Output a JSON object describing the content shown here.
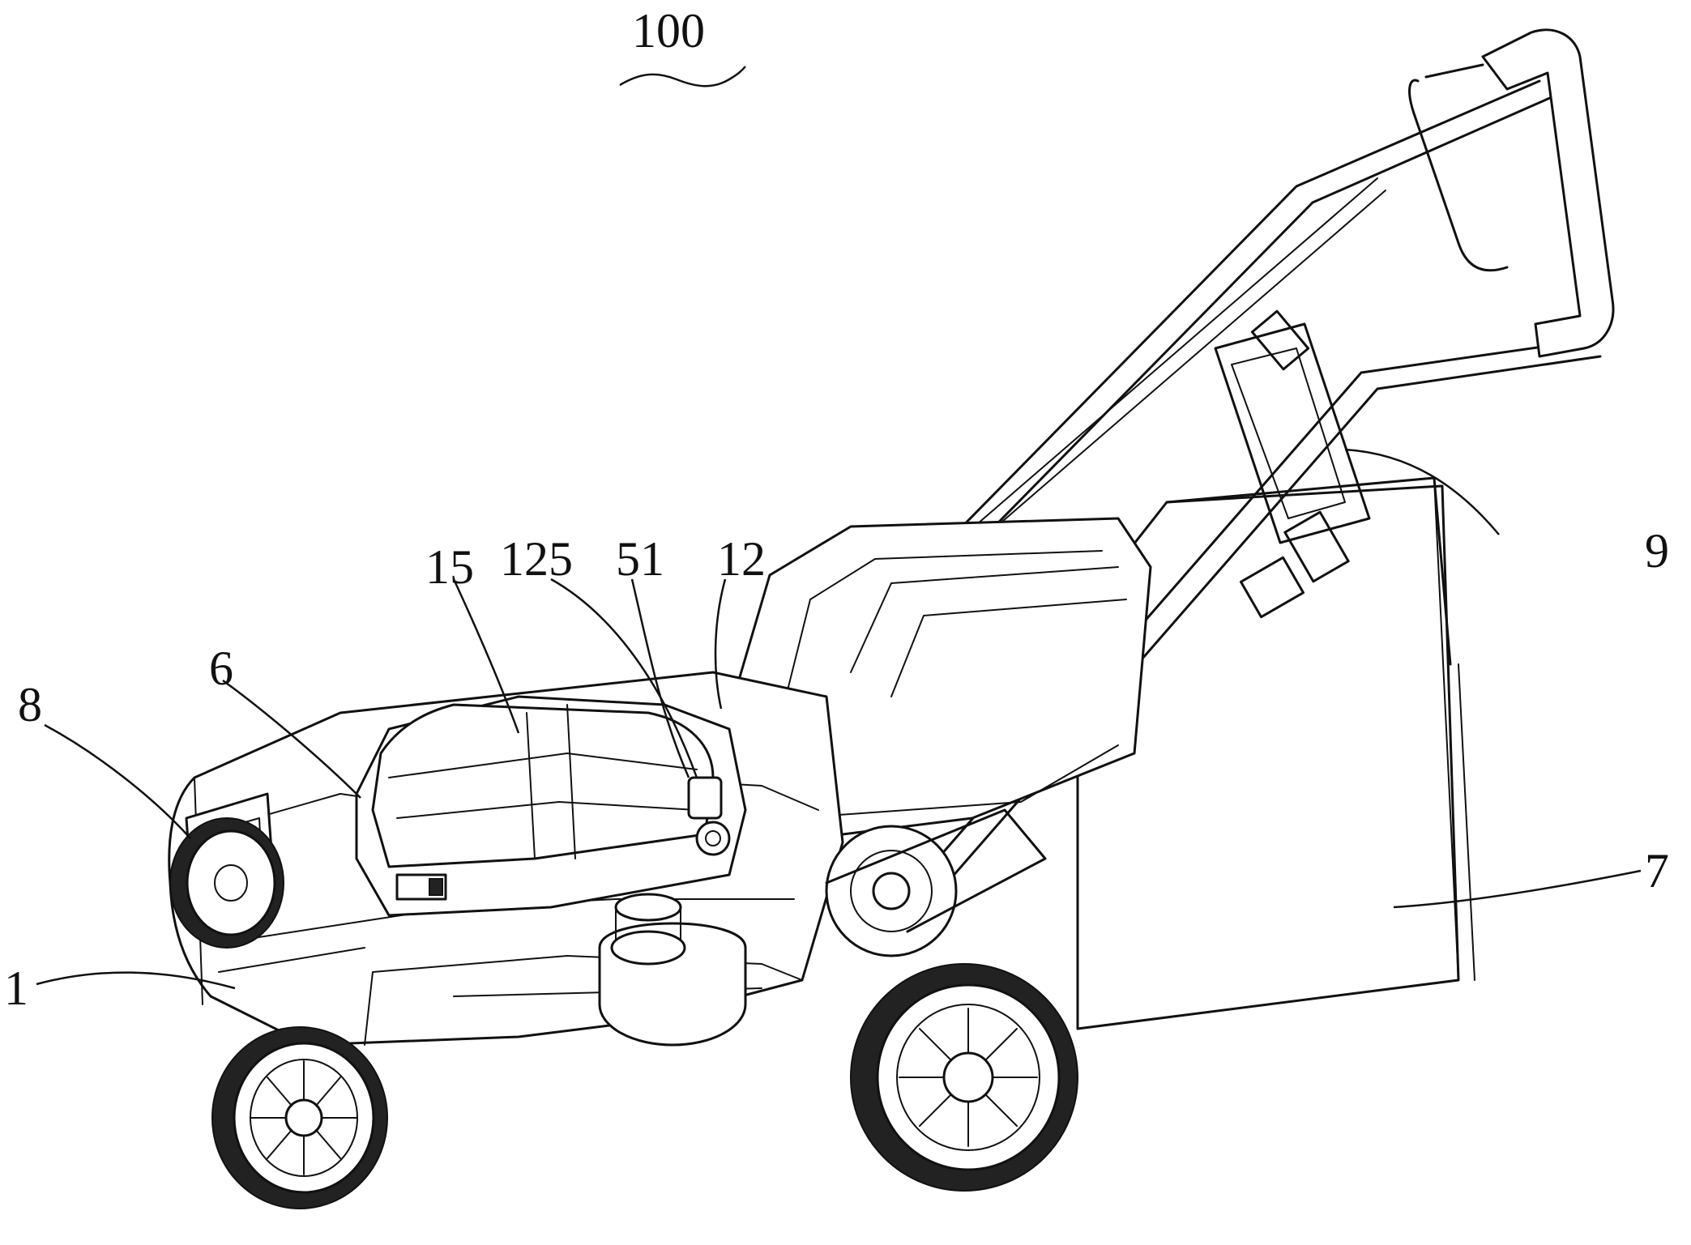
{
  "figure": {
    "assembly_label": "100",
    "callouts": [
      {
        "id": "1",
        "text": "1"
      },
      {
        "id": "6",
        "text": "6"
      },
      {
        "id": "7",
        "text": "7"
      },
      {
        "id": "8",
        "text": "8"
      },
      {
        "id": "9",
        "text": "9"
      },
      {
        "id": "12",
        "text": "12"
      },
      {
        "id": "15",
        "text": "15"
      },
      {
        "id": "51",
        "text": "51"
      },
      {
        "id": "125",
        "text": "125"
      }
    ],
    "line_color": "#111111",
    "background": "#ffffff"
  }
}
